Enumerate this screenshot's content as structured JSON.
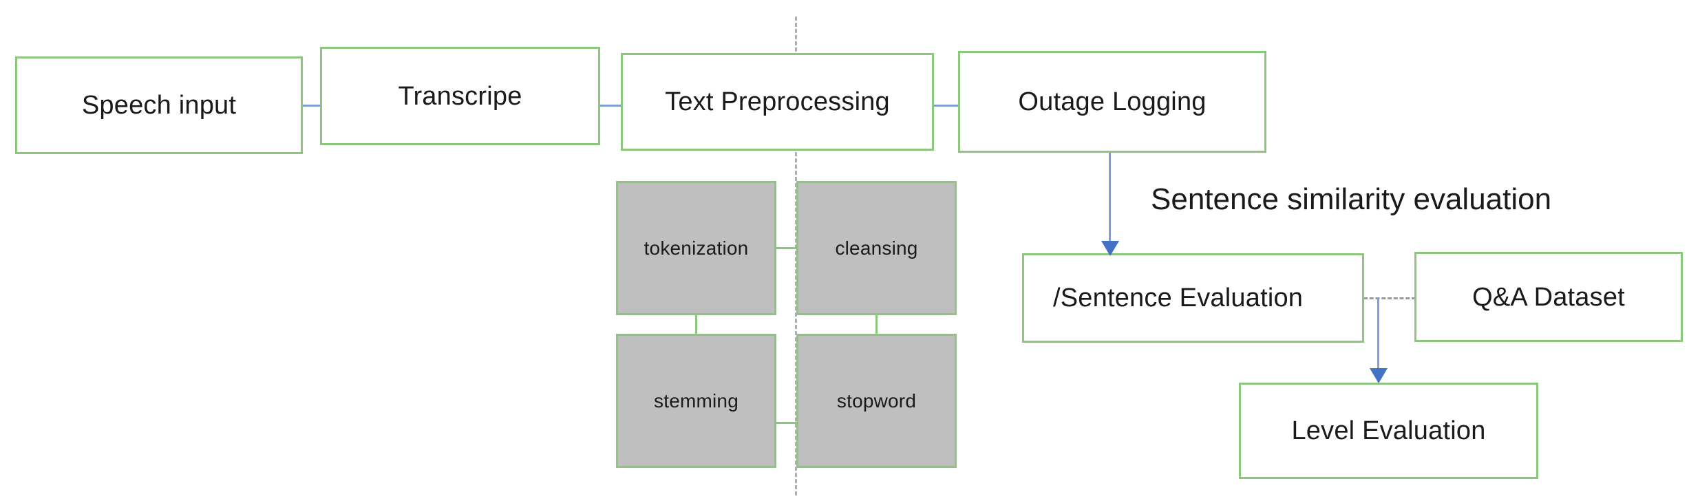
{
  "diagram": {
    "title_caption": "Sentence similarity evaluation",
    "colors": {
      "node_border_green": "#8DC67F",
      "sub_node_fill": "#BFBFBF",
      "connector_blue": "#7CA0D4",
      "arrow_blue": "#4472C4",
      "divider_gray": "#B0B0B0",
      "text": "#1a1a1a",
      "background": "#ffffff"
    },
    "pipeline_nodes": [
      {
        "id": "speech-input",
        "label": "Speech input"
      },
      {
        "id": "transcripe",
        "label": "Transcripe"
      },
      {
        "id": "text-preprocessing",
        "label": "Text Preprocessing"
      },
      {
        "id": "outage-logging",
        "label": "Outage Logging"
      }
    ],
    "preprocessing_subnodes": [
      {
        "id": "tokenization",
        "label": "tokenization"
      },
      {
        "id": "cleansing",
        "label": "cleansing"
      },
      {
        "id": "stemming",
        "label": "stemming"
      },
      {
        "id": "stopword",
        "label": "stopword"
      }
    ],
    "evaluation_nodes": [
      {
        "id": "sentence-evaluation",
        "label": "/Sentence Evaluation"
      },
      {
        "id": "qa-dataset",
        "label": "Q&A Dataset"
      },
      {
        "id": "level-evaluation",
        "label": "Level Evaluation"
      }
    ]
  }
}
